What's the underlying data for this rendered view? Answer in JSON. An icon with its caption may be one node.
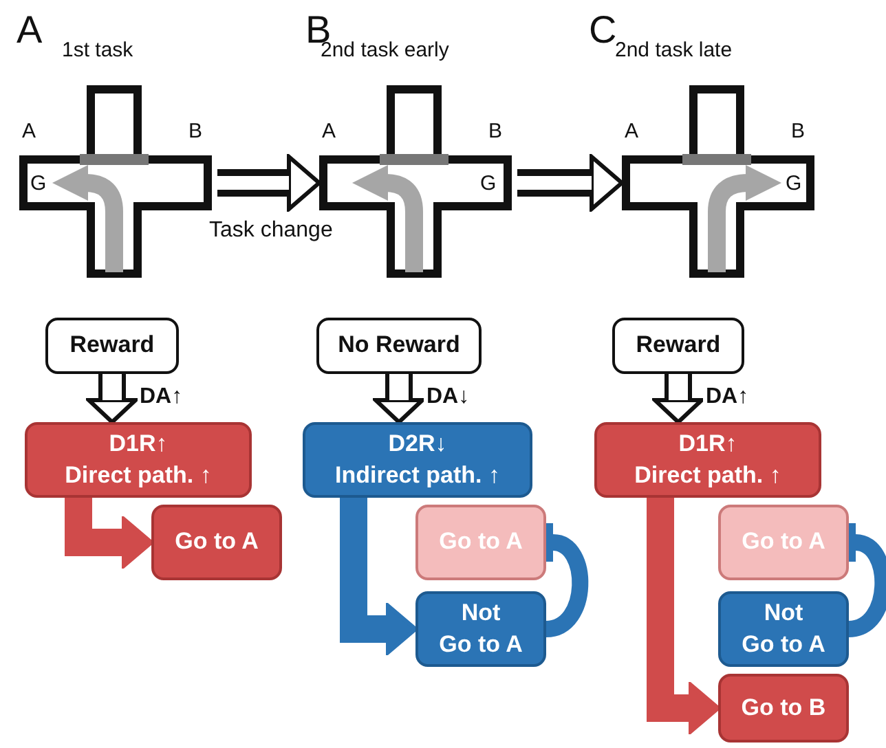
{
  "diagram": {
    "nodes": [
      {
        "text": [],
        "shape": "picture",
        "beside": [
          "1st task"
        ]
      },
      {
        "text": [],
        "shape": "picture",
        "beside": [
          "2nd task early"
        ]
      },
      {
        "text": [],
        "shape": "picture",
        "beside": [
          "2nd task late"
        ]
      },
      {
        "text": [
          "Reward"
        ]
      },
      {
        "text": [
          "D1R↑ Direct path. ↑"
        ]
      },
      {
        "text": [
          "Go to A"
        ]
      },
      {
        "text": [
          "No Reward"
        ]
      },
      {
        "text": [
          "D2R↓ Indirect path. ↑"
        ]
      },
      {
        "text": [
          "Go to A"
        ]
      },
      {
        "text": [
          "Not Go to A"
        ]
      },
      {
        "text": [
          "Reward"
        ]
      },
      {
        "text": [
          "D1R↑ Direct path. ↑"
        ]
      },
      {
        "text": [
          "Go to A"
        ]
      },
      {
        "text": [
          "Not Go to A"
        ]
      },
      {
        "text": [
          "Go to B"
        ]
      }
    ],
    "edges": [
      {
        "from": 0,
        "to": 1,
        "arrow": "to",
        "label": "Task change"
      },
      {
        "from": 1,
        "to": 2,
        "arrow": "to"
      },
      {
        "from": 3,
        "to": 4,
        "arrow": "to",
        "label": "DA↑"
      },
      {
        "from": 4,
        "to": 5,
        "arrow": "to",
        "color": "#d04b4b"
      },
      {
        "from": 6,
        "to": 7,
        "arrow": "to",
        "label": "DA↓"
      },
      {
        "from": 7,
        "to": 9,
        "arrow": "to",
        "color": "#2b74b5"
      },
      {
        "from": 9,
        "to": 8,
        "arrow": "other",
        "color": "#2b74b5"
      },
      {
        "from": 10,
        "to": 11,
        "arrow": "to",
        "label": "DA↑"
      },
      {
        "from": 11,
        "to": 14,
        "arrow": "to",
        "color": "#d04b4b"
      },
      {
        "from": 13,
        "to": 12,
        "arrow": "other",
        "color": "#2b74b5"
      }
    ],
    "labels": [
      "A",
      "B",
      "C",
      "A",
      "B",
      "G",
      "A",
      "B",
      "G",
      "A",
      "B",
      "G"
    ]
  }
}
